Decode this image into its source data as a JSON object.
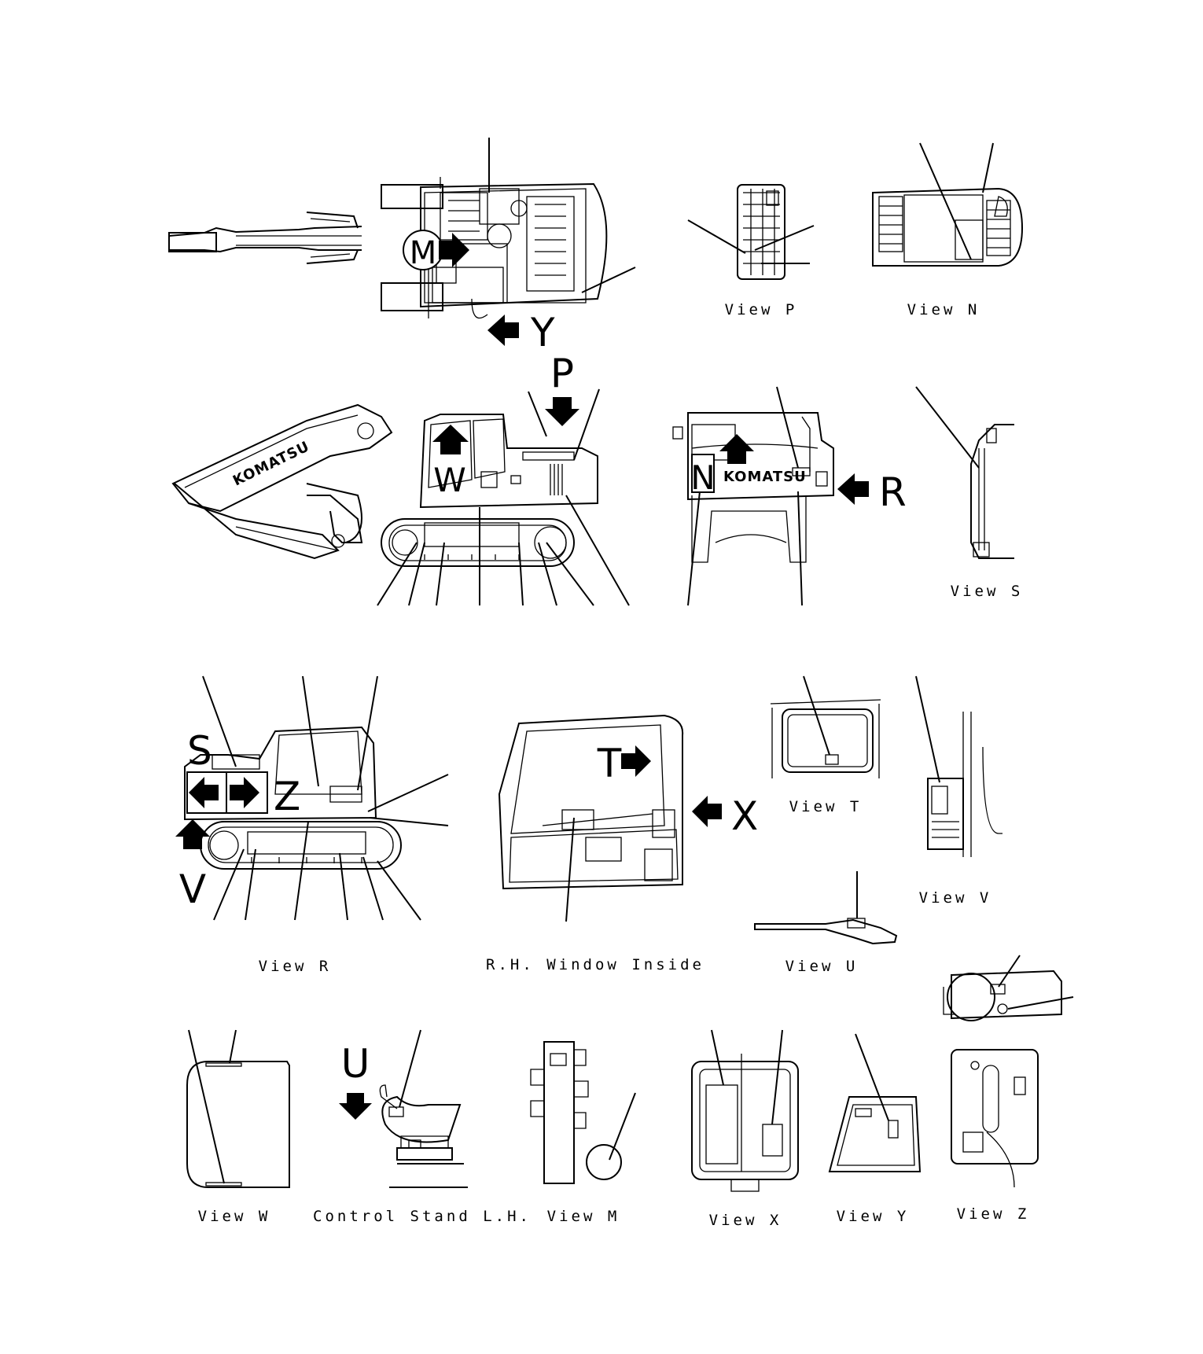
{
  "labels": {
    "view_p": "View P",
    "view_n": "View N",
    "view_s": "View S",
    "view_t": "View T",
    "view_v": "View V",
    "view_u": "View U",
    "view_r": "View R",
    "rh_window": "R.H. Window Inside",
    "view_w": "View W",
    "control_stand": "Control Stand L.H.",
    "view_m": "View M",
    "view_x": "View X",
    "view_y": "View Y",
    "view_z": "View Z"
  },
  "view_letters": {
    "m": "M",
    "y": "Y",
    "p": "P",
    "w": "W",
    "n": "N",
    "r": "R",
    "s": "S",
    "z": "Z",
    "v": "V",
    "t": "T",
    "x": "X",
    "u": "U"
  },
  "brand": {
    "side_boom": "KOMATSU",
    "rear_counterweight": "KOMATSU"
  },
  "icons": {
    "arrow": "solid-black-arrow",
    "leader": "callout-leader-line"
  }
}
